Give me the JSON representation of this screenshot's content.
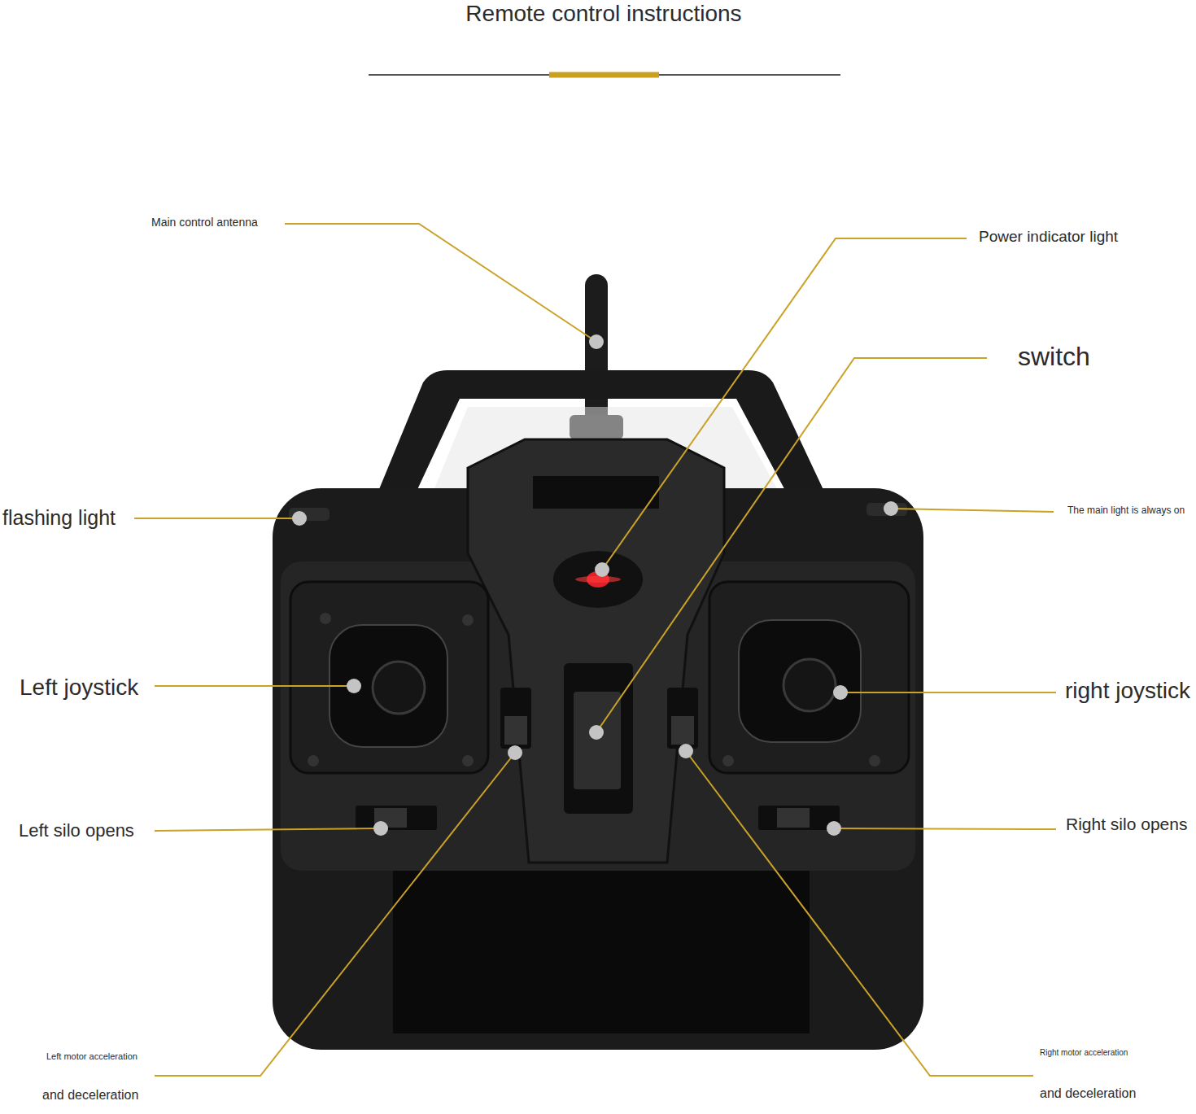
{
  "diagram": {
    "title": "Remote control instructions",
    "labels": [
      "Main control antenna",
      "Power indicator light",
      "switch",
      "flashing light",
      "The main light is always on",
      "Left joystick",
      "right joystick",
      "Left silo opens",
      "Right silo opens",
      "Left motor acceleration",
      "and deceleration",
      "Right motor acceleration",
      "and deceleration"
    ]
  }
}
